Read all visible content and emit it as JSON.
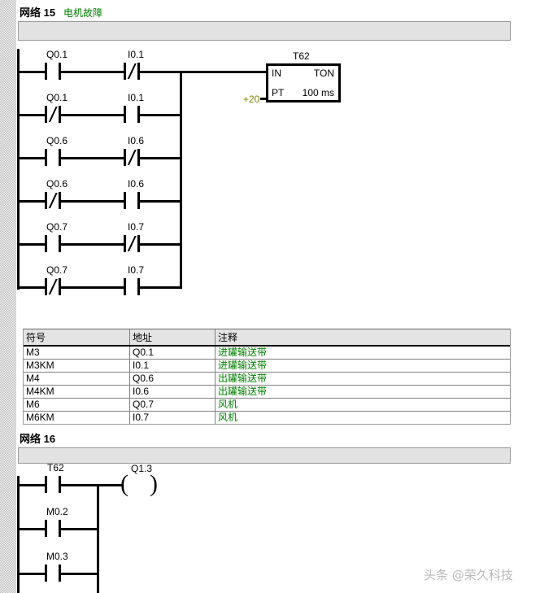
{
  "app": {
    "watermark": "头条 @荣久科技"
  },
  "networks": [
    {
      "title_prefix": "网络",
      "title_num": "15",
      "comment": "电机故障",
      "rungs": [
        {
          "left": {
            "label": "Q0.1",
            "type": "NO"
          },
          "right": {
            "label": "I0.1",
            "type": "NC"
          }
        },
        {
          "left": {
            "label": "Q0.1",
            "type": "NC"
          },
          "right": {
            "label": "I0.1",
            "type": "NO"
          }
        },
        {
          "left": {
            "label": "Q0.6",
            "type": "NO"
          },
          "right": {
            "label": "I0.6",
            "type": "NC"
          }
        },
        {
          "left": {
            "label": "Q0.6",
            "type": "NC"
          },
          "right": {
            "label": "I0.6",
            "type": "NO"
          }
        },
        {
          "left": {
            "label": "Q0.7",
            "type": "NO"
          },
          "right": {
            "label": "I0.7",
            "type": "NC"
          }
        },
        {
          "left": {
            "label": "Q0.7",
            "type": "NC"
          },
          "right": {
            "label": "I0.7",
            "type": "NO"
          }
        }
      ],
      "timer": {
        "name": "T62",
        "in_label": "IN",
        "type_label": "TON",
        "pt_label": "PT",
        "time_base": "100 ms",
        "preset": "+20"
      }
    },
    {
      "title_prefix": "网络",
      "title_num": "16",
      "comment": "",
      "rungs": [
        {
          "left": {
            "label": "T62",
            "type": "NO"
          }
        },
        {
          "left": {
            "label": "M0.2",
            "type": "NO"
          }
        },
        {
          "left": {
            "label": "M0.3",
            "type": "NO"
          }
        }
      ],
      "coil": {
        "label": "Q1.3"
      }
    }
  ],
  "symbol_table": {
    "headers": [
      "符号",
      "地址",
      "注释"
    ],
    "rows": [
      {
        "symbol": "M3",
        "address": "Q0.1",
        "comment": "进罐输送带"
      },
      {
        "symbol": "M3KM",
        "address": "I0.1",
        "comment": "进罐输送带"
      },
      {
        "symbol": "M4",
        "address": "Q0.6",
        "comment": "出罐输送带"
      },
      {
        "symbol": "M4KM",
        "address": "I0.6",
        "comment": "出罐输送带"
      },
      {
        "symbol": "M6",
        "address": "Q0.7",
        "comment": "风机"
      },
      {
        "symbol": "M6KM",
        "address": "I0.7",
        "comment": "风机"
      }
    ]
  },
  "colors": {
    "comment_green": "#008000",
    "preset_olive": "#808000",
    "bar_gray": "#e2e2e2",
    "header_gray": "#e4e4e4"
  }
}
